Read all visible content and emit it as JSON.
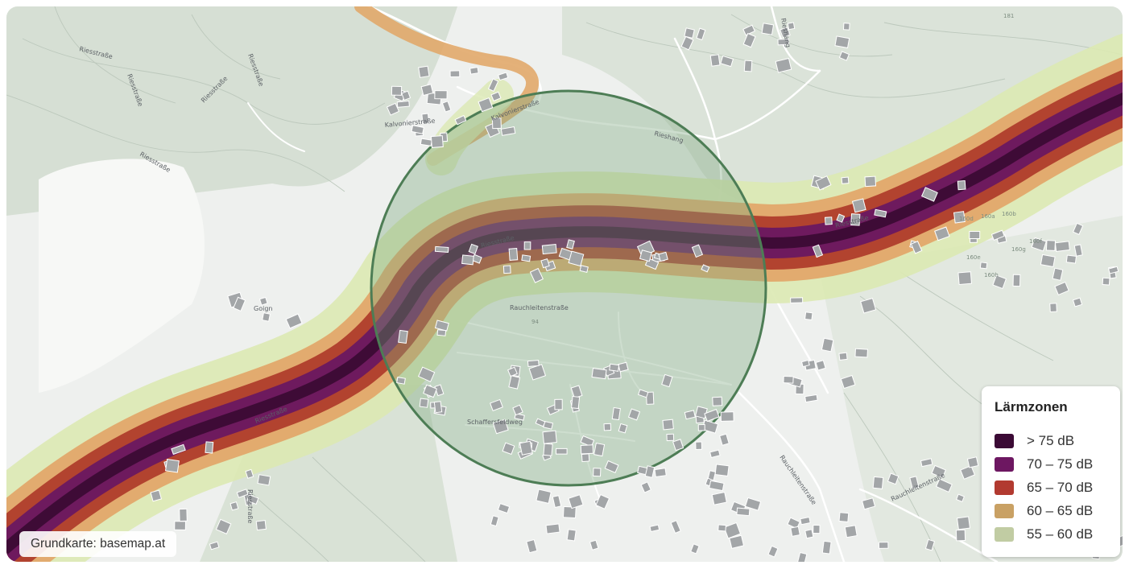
{
  "map": {
    "streets": {
      "riesstrasse": "Riesstraße",
      "kalvarienberg": "Kalvonierstraße",
      "rieshang": "Rieshang",
      "rauchleiten": "Rauchleitenstraße",
      "schaffersfeld": "Schaffersfeldweg",
      "goign": "Goign"
    },
    "hill_labels": [
      "181",
      "160d",
      "160a",
      "160b",
      "160e",
      "160f",
      "160g",
      "160h",
      "94"
    ],
    "colors": {
      "base": "#eef0ee",
      "terrain": "#d9e2d8",
      "green_area": "#cddcc6",
      "road": "#ffffff",
      "building": "#a3a6a8",
      "zone_75": "#3e0b36",
      "zone_70": "#6e1a5e",
      "zone_65": "#b2432f",
      "zone_60": "#e1a86a",
      "zone_55": "#dbe9b3",
      "circle_fill": "#7ea781",
      "circle_stroke": "#4d7d55"
    }
  },
  "legend": {
    "title": "Lärmzonen",
    "items": [
      {
        "label": "> 75 dB",
        "color": "#3b0a35"
      },
      {
        "label": "70 – 75 dB",
        "color": "#6d1761"
      },
      {
        "label": "65 – 70 dB",
        "color": "#b23a30"
      },
      {
        "label": "60 – 65 dB",
        "color": "#c9a164"
      },
      {
        "label": "55 – 60 dB",
        "color": "#c1cca3"
      }
    ]
  },
  "attribution": "Grundkarte: basemap.at"
}
